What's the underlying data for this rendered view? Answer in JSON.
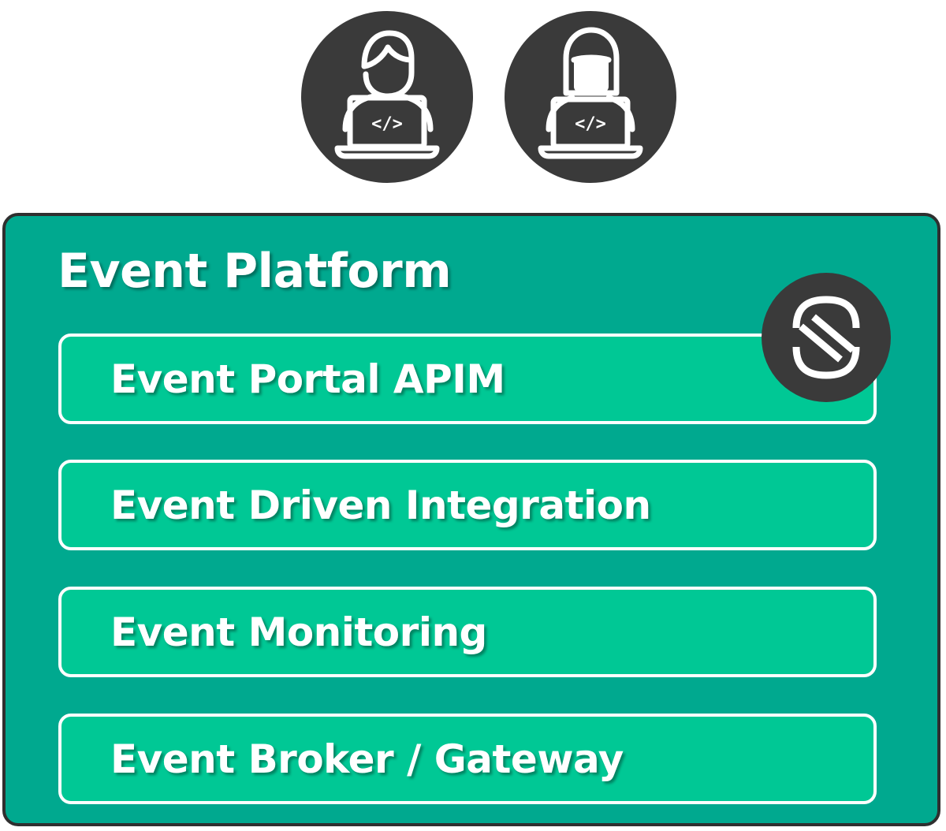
{
  "diagram": {
    "title": "Event Platform",
    "layers": [
      {
        "label": "Event Portal APIM"
      },
      {
        "label": "Event Driven Integration"
      },
      {
        "label": "Event Monitoring"
      },
      {
        "label": "Event Broker / Gateway"
      }
    ],
    "avatars": [
      {
        "icon": "developer-male-laptop-icon",
        "laptop_glyph": "</>"
      },
      {
        "icon": "developer-female-laptop-icon",
        "laptop_glyph": "</>"
      }
    ],
    "logo": {
      "icon": "solace-logo-icon"
    },
    "colors": {
      "platform_fill": "#00a98f",
      "layer_fill": "#00c895",
      "border_dark": "#2f2f2f",
      "icon_circle": "#3a3a3a",
      "text": "#ffffff"
    }
  }
}
